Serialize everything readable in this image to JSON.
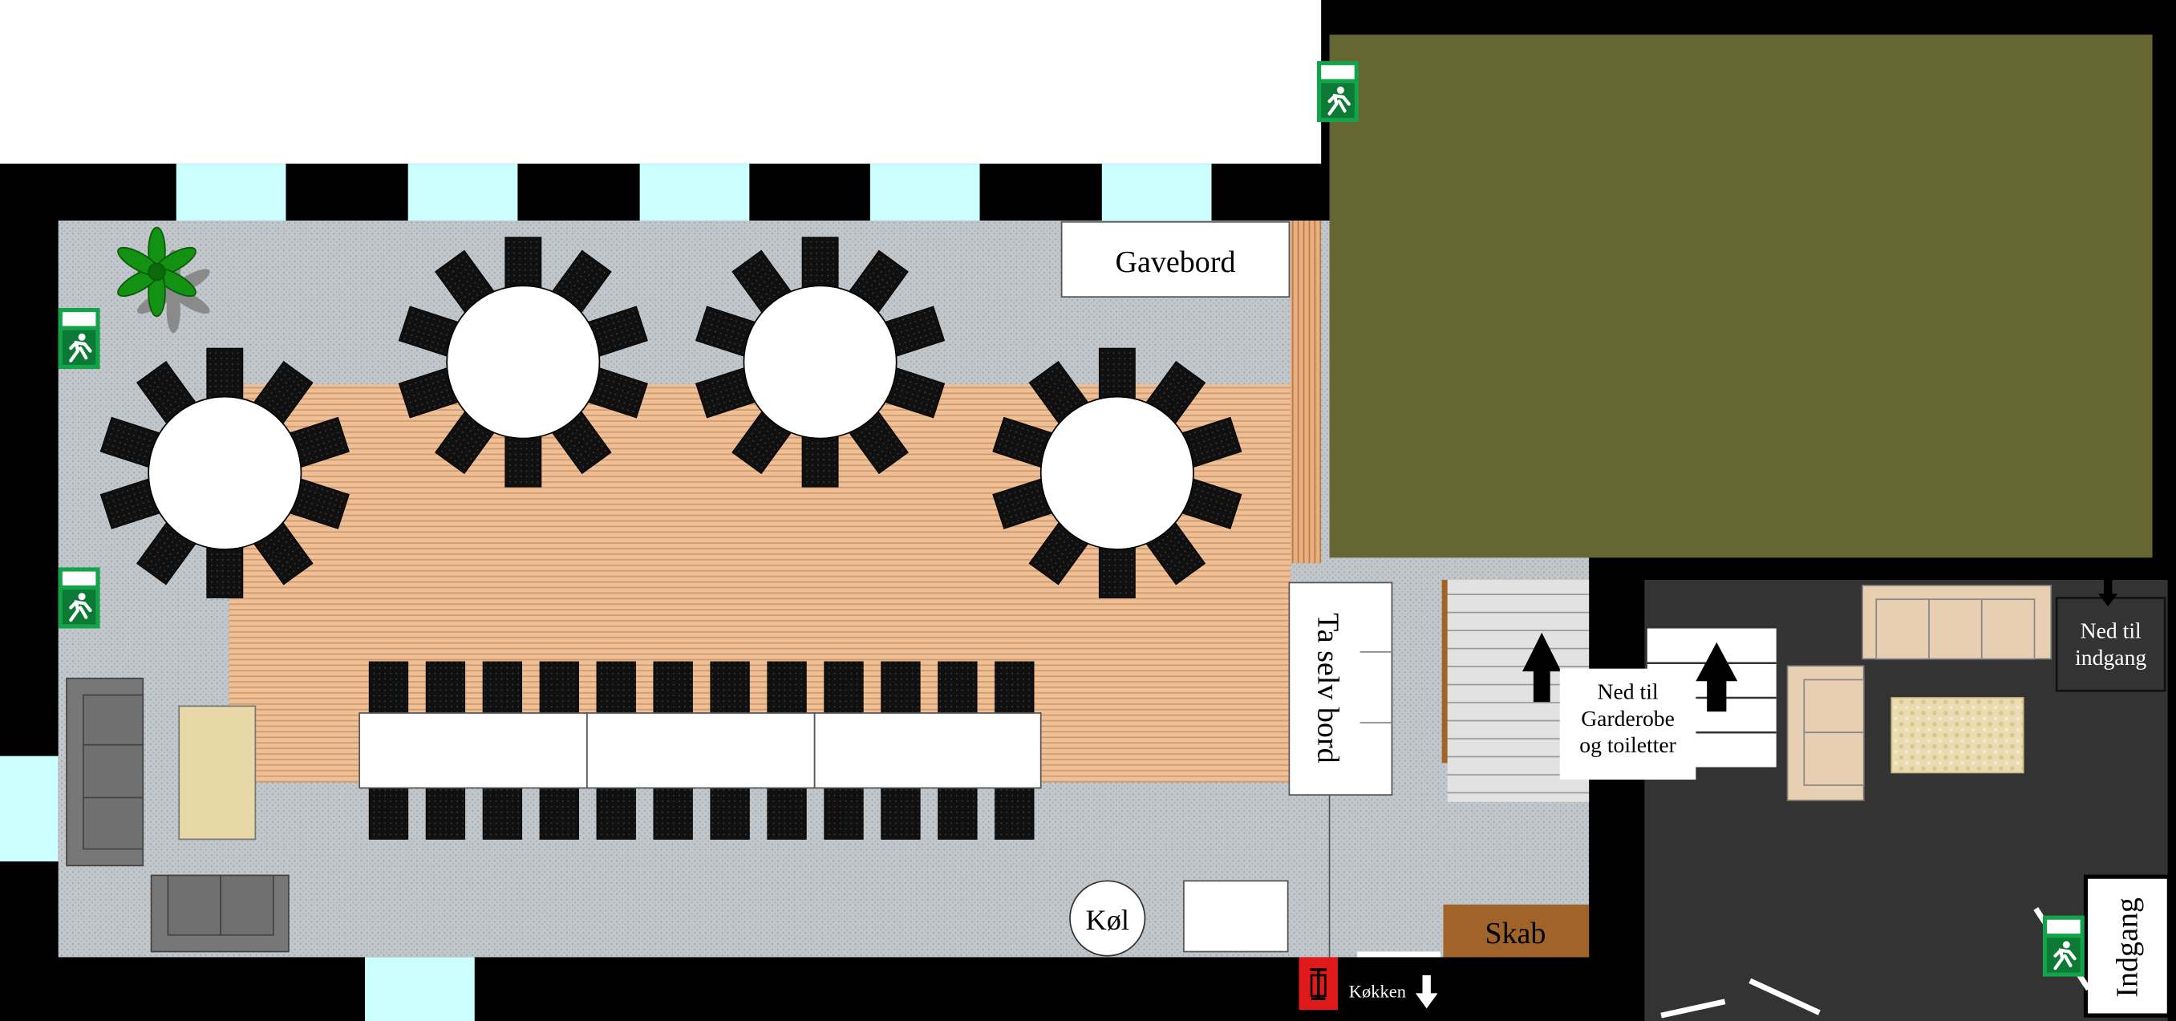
{
  "labels": {
    "gift_table": "Gavebord",
    "buffet_table": "Ta selv bord",
    "fridge": "Køl",
    "cabinet": "Skab",
    "kitchen": "Køkken",
    "down_to_cloakroom": "Ned til\nGarderobe\nog toiletter",
    "down_to_entrance": "Ned til\nindgang",
    "entrance": "Indgang"
  },
  "furniture": {
    "round_tables": 4,
    "chairs_per_round_table": 10,
    "long_table_segments": 3,
    "long_table_chairs_per_side": 12,
    "emergency_exit_signs": 4
  },
  "colors": {
    "wall": "#000000",
    "window": "#ccffff",
    "carpet": "#c2c8cc",
    "wood_floor": "#e8b48a",
    "stage": "#666633",
    "dark_floor": "#333333",
    "chair": "#111111",
    "sofa_gray": "#777777",
    "sofa_beige": "#e8cfb2",
    "cabinet": "#a0642a",
    "exit_green": "#13a34a",
    "extinguisher": "#e01a1a",
    "rug": "#e8d9ad",
    "coffee_table": "#e8d8a8"
  },
  "icons": {
    "exit": "emergency-exit-icon",
    "plant": "plant-icon",
    "stairs_arrow": "arrow-up-icon",
    "extinguisher": "fire-extinguisher-icon"
  }
}
